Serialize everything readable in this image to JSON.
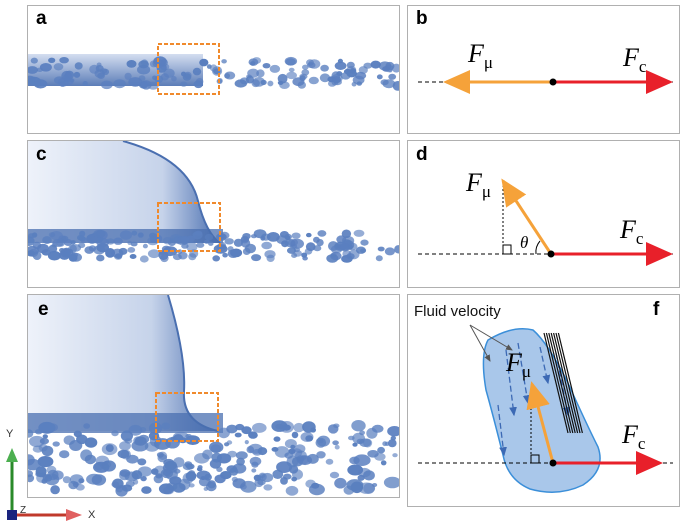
{
  "panels": {
    "a": {
      "label": "a"
    },
    "b": {
      "label": "b",
      "force_left": "F",
      "force_left_sub": "μ",
      "force_right": "F",
      "force_right_sub": "c"
    },
    "c": {
      "label": "c"
    },
    "d": {
      "label": "d",
      "force_up": "F",
      "force_up_sub": "μ",
      "force_right": "F",
      "force_right_sub": "c",
      "angle": "θ"
    },
    "e": {
      "label": "e"
    },
    "f": {
      "label": "f",
      "annotation": "Fluid velocity",
      "force_up": "F",
      "force_up_sub": "μ",
      "force_right": "F",
      "force_right_sub": "c"
    }
  },
  "axes": {
    "y": "Y",
    "z": "Z",
    "x": "X"
  },
  "colors": {
    "particle_blue": "#5a7fbf",
    "droplet_blue": "#4a6fb0",
    "highlight_orange": "#f08a2c",
    "force_red": "#e8202a",
    "force_orange": "#f5a23a",
    "fluid_fill": "#a9c7ea",
    "fluid_stroke": "#3b8fd9"
  }
}
